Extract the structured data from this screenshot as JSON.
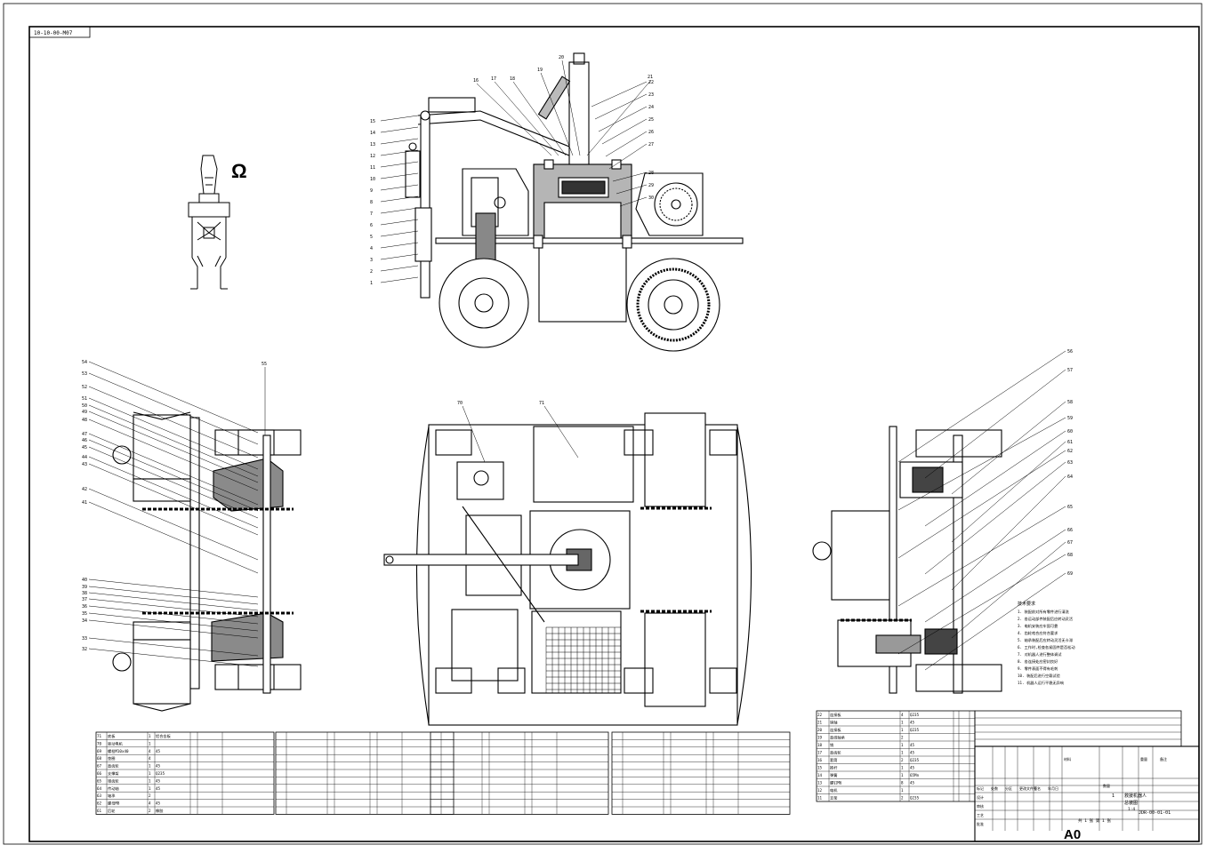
{
  "drawing": {
    "code_box": "10-10-00-M07",
    "omega_mark": "Ω",
    "sheet_size": "A0",
    "drawing_number": "JDR-00-01-01",
    "scale": "1:4",
    "sheet_info": "共 1 张   第 1 张",
    "quantity_label": "数量",
    "quantity": "1",
    "remark_label": "备注",
    "material_label": "材料",
    "weight_label": "重量"
  },
  "callouts": {
    "front": [
      "1",
      "2",
      "3",
      "4",
      "5",
      "6",
      "7",
      "8",
      "9",
      "10",
      "11",
      "12",
      "13",
      "14",
      "15",
      "16",
      "17",
      "18",
      "19",
      "20",
      "21",
      "22",
      "23",
      "24",
      "25",
      "26",
      "27",
      "28",
      "29",
      "30"
    ],
    "left": [
      "54",
      "53",
      "52",
      "51",
      "50",
      "49",
      "48",
      "47",
      "46",
      "45",
      "44",
      "43",
      "42",
      "41",
      "40",
      "39",
      "38",
      "37",
      "36",
      "35",
      "34",
      "33",
      "32"
    ],
    "top_view": [
      "70",
      "71"
    ],
    "top_side": [
      "55"
    ],
    "right": [
      "56",
      "57",
      "58",
      "59",
      "60",
      "61",
      "62",
      "63",
      "64",
      "65",
      "66",
      "67",
      "68",
      "69"
    ]
  },
  "tech_notes": {
    "title": "技术要求",
    "items": [
      "1. 装配前对所有零件进行清洗",
      "2. 各运动部件装配后应转动灵活",
      "3. 电机安装应牢固可靠",
      "4. 齿轮啮合应符合要求",
      "5. 轴承装配后应转动灵活无卡滞",
      "6. 工作时,检查各紧固件是否松动",
      "7. 对机器人进行整体调试",
      "8. 各连接处应密封良好",
      "9. 零件表面不得有毛刺",
      "10. 装配后进行空载试验",
      "11. 机器人运行平稳无异响"
    ]
  },
  "bom_left": [
    [
      "71",
      "底板",
      "1",
      "铝合金板",
      "",
      ""
    ],
    [
      "70",
      "驱动电机",
      "1",
      "",
      "",
      ""
    ],
    [
      "69",
      "螺栓M10x40",
      "4",
      "45",
      "",
      ""
    ],
    [
      "68",
      "垫圈",
      "4",
      "",
      "",
      ""
    ],
    [
      "67",
      "直齿轮",
      "1",
      "45",
      "",
      ""
    ],
    [
      "66",
      "支撑架",
      "1",
      "Q235",
      "",
      ""
    ],
    [
      "65",
      "锥齿轮",
      "1",
      "45",
      "",
      ""
    ],
    [
      "64",
      "传动轴",
      "1",
      "45",
      "",
      ""
    ],
    [
      "63",
      "轴承",
      "2",
      "",
      "",
      ""
    ],
    [
      "62",
      "螺母M8",
      "4",
      "45",
      "",
      ""
    ],
    [
      "61",
      "后轮",
      "2",
      "橡胶",
      "",
      ""
    ]
  ],
  "bom_right": [
    [
      "22",
      "连接板",
      "4",
      "Q235",
      "",
      ""
    ],
    [
      "21",
      "销轴",
      "1",
      "45",
      "",
      ""
    ],
    [
      "20",
      "连接板",
      "1",
      "Q235",
      "",
      ""
    ],
    [
      "19",
      "直线轴承",
      "2",
      "",
      "",
      ""
    ],
    [
      "18",
      "销",
      "1",
      "45",
      "",
      ""
    ],
    [
      "17",
      "直齿轮",
      "1",
      "45",
      "",
      ""
    ],
    [
      "16",
      "套筒",
      "2",
      "Q235",
      "",
      ""
    ],
    [
      "15",
      "推杆",
      "1",
      "45",
      "",
      ""
    ],
    [
      "14",
      "弹簧",
      "1",
      "65Mn",
      "",
      ""
    ],
    [
      "13",
      "螺钉M6",
      "8",
      "45",
      "",
      ""
    ],
    [
      "12",
      "电机",
      "1",
      "",
      "",
      ""
    ],
    [
      "11",
      "支架",
      "2",
      "Q235",
      "",
      ""
    ]
  ],
  "title_block": {
    "name": "救援机器人",
    "sub": "总装图",
    "mark_cols": [
      "标记",
      "处数",
      "分区",
      "更改文件号",
      "签名",
      "年月日"
    ],
    "role_rows": [
      "设计",
      "审核",
      "工艺",
      "批准"
    ]
  },
  "colors": {
    "line": "#000000",
    "bg": "#ffffff"
  }
}
